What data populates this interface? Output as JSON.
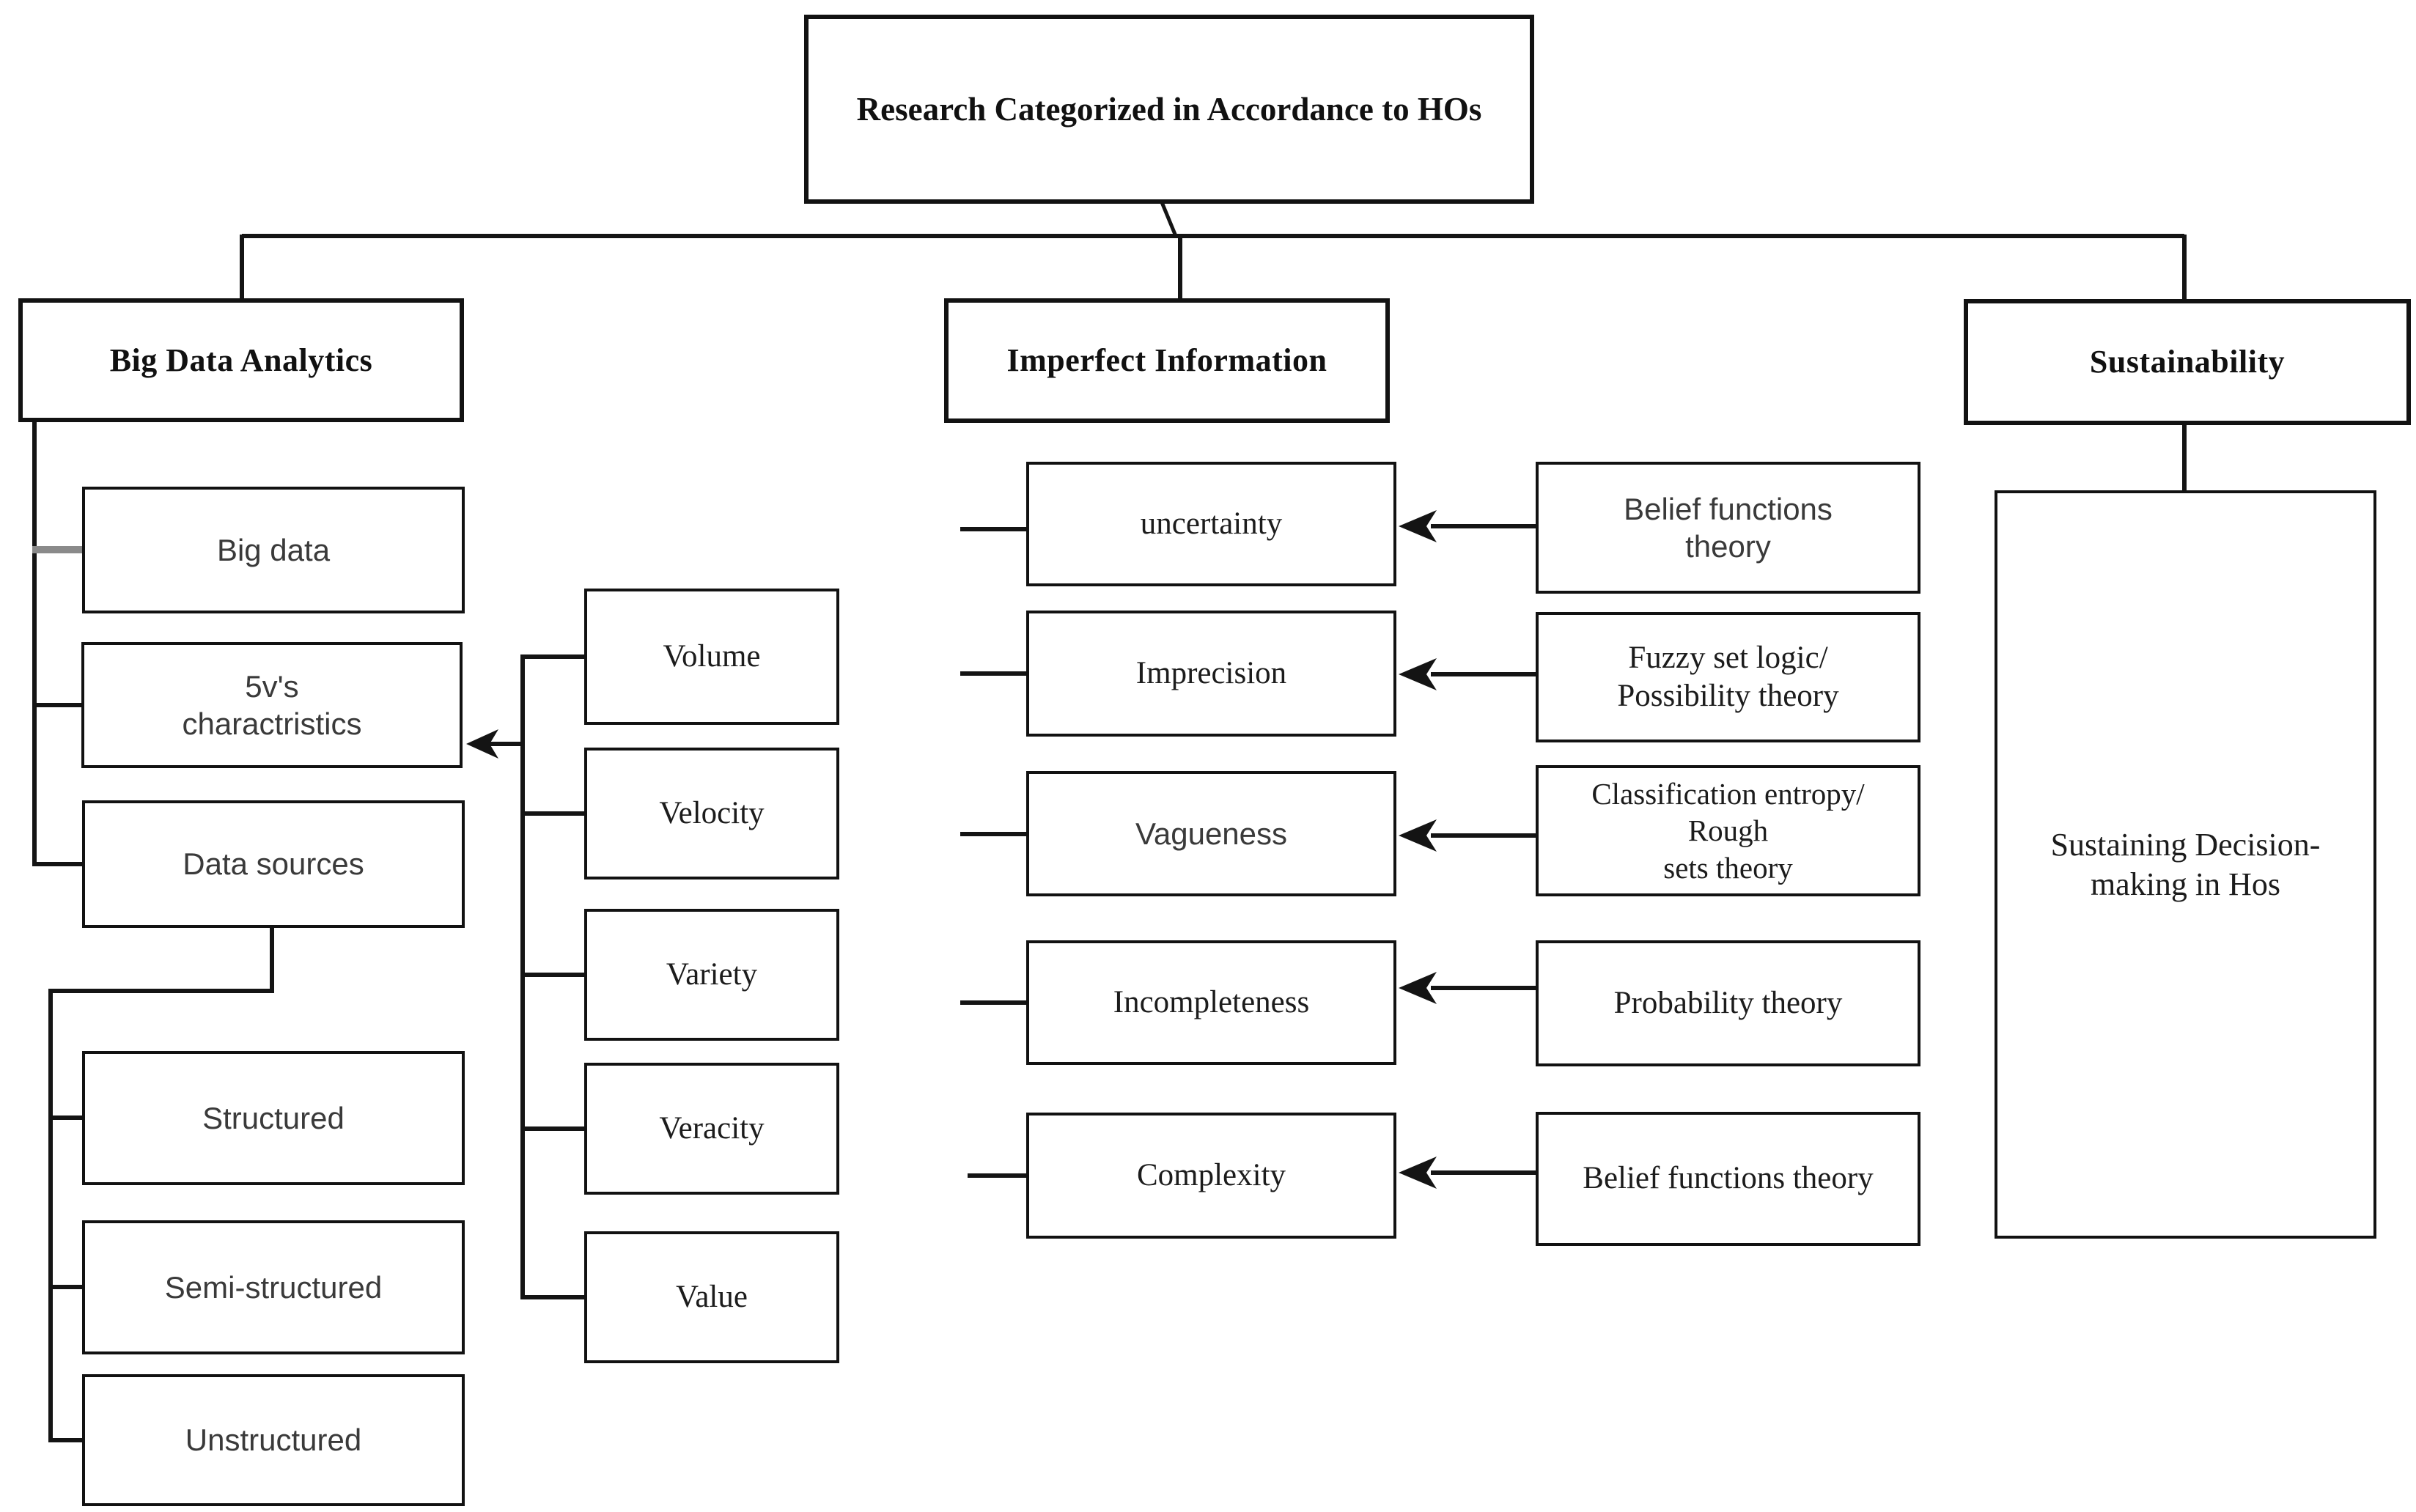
{
  "title": "Research Categorized in Accordance to HOs",
  "big_data": {
    "header": "Big Data Analytics",
    "nodes": {
      "big_data": "Big data",
      "five_vs": {
        "line1": "5v's",
        "line2": "charactristics"
      },
      "data_sources": "Data sources",
      "structured": "Structured",
      "semi_structured": "Semi-structured",
      "unstructured": "Unstructured"
    },
    "five_vs_items": [
      "Volume",
      "Velocity",
      "Variety",
      "Veracity",
      "Value"
    ]
  },
  "imperfect": {
    "header": "Imperfect Information",
    "aspects": [
      "uncertainty",
      "Imprecision",
      "Vagueness",
      "Incompleteness",
      "Complexity"
    ],
    "theories": [
      {
        "line1": "Belief functions",
        "line2": "theory"
      },
      {
        "line1": "Fuzzy set logic/",
        "line2": "Possibility theory"
      },
      {
        "line1": "Classification entropy/",
        "line2": "Rough",
        "line3": "sets theory"
      },
      {
        "line1": "Probability theory"
      },
      {
        "line1": "Belief functions theory"
      }
    ]
  },
  "sustainability": {
    "header": "Sustainability",
    "child": {
      "line1": "Sustaining Decision-",
      "line2": "making in Hos"
    }
  },
  "colors": {
    "line": "#141414",
    "gray_stub": "#8a8a8a"
  }
}
